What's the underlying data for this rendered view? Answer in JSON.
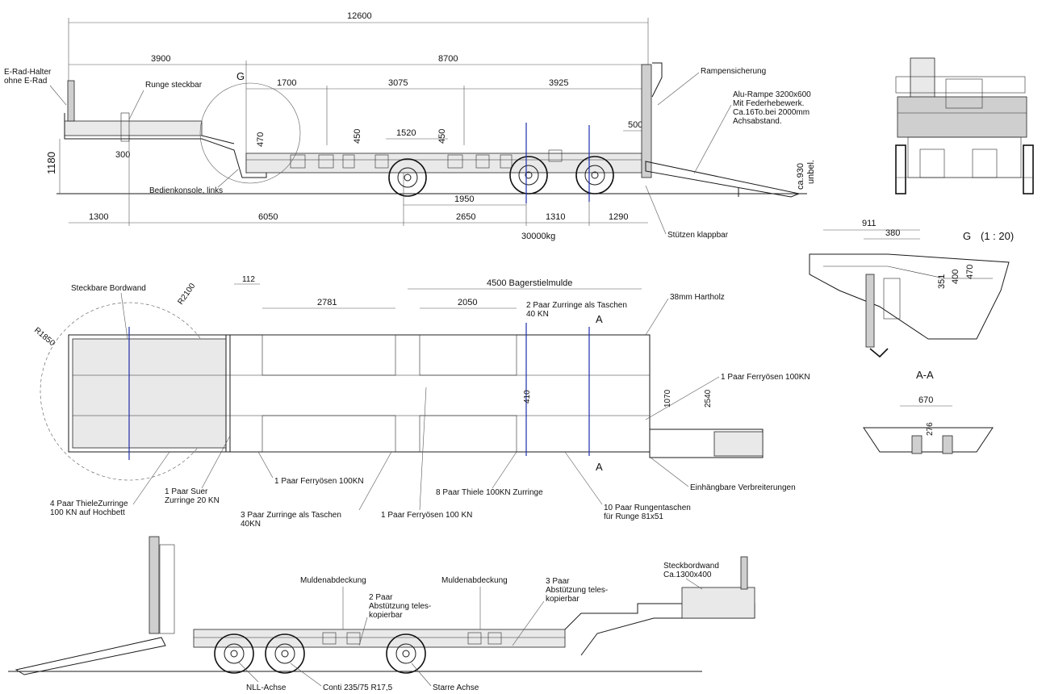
{
  "side_view": {
    "dims": {
      "total": "12600",
      "front": "3900",
      "rear": "8700",
      "d1700": "1700",
      "d3075": "3075",
      "d3925": "3925",
      "d1520": "1520",
      "d500": "500",
      "d300": "300",
      "d470": "470",
      "d450a": "450",
      "d450b": "450",
      "d1180": "1180",
      "d930": "ca.930",
      "d930b": "unbel.",
      "d1300": "1300",
      "d6050": "6050",
      "d2650": "2650",
      "d1310": "1310",
      "d1290": "1290",
      "d1950": "1950",
      "load": "30000kg"
    },
    "labels": {
      "erad1": "E-Rad-Halter",
      "erad2": "ohne E-Rad",
      "runge": "Runge steckbar",
      "g": "G",
      "rampensicherung": "Rampensicherung",
      "alu1": "Alu-Rampe 3200x600",
      "alu2": "Mit Federhebewerk.",
      "alu3": "Ca.16To.bei 2000mm",
      "alu4": "Achsabstand.",
      "bedien": "Bedienkonsole, links",
      "stuetzen": "Stützen klappbar"
    }
  },
  "detail_g": {
    "d911": "911",
    "d380": "380",
    "d351": "351",
    "d400": "400",
    "d470": "470",
    "title": "G",
    "scale": "(1 : 20)",
    "section": "A-A",
    "d670": "670",
    "d276": "276"
  },
  "top_view": {
    "dims": {
      "d112": "112",
      "d2781": "2781",
      "d2050": "2050",
      "mulde": "4500 Bagerstielmulde",
      "d1070": "1070",
      "d2540": "2540",
      "d410": "410",
      "r1850": "R1850",
      "r2100": "R2100",
      "a": "A",
      "a2": "A"
    },
    "labels": {
      "bordwand": "Steckbare Bordwand",
      "zurr2a": "2 Paar Zurringe als Taschen",
      "zurr2b": "40 KN",
      "hartholz": "38mm Hartholz",
      "ferry1": "1 Paar Ferryösen 100KN",
      "thiele1": "4 Paar ThieleZurringe",
      "thiele2": "100 KN auf Hochbett",
      "suer1": "1 Paar Suer",
      "suer2": "Zurringe 20 KN",
      "ferry2": "1 Paar Ferryösen 100KN",
      "zurr3a": "3 Paar Zurringe als Taschen",
      "zurr3b": "40KN",
      "ferry3": "1 Paar Ferryösen 100 KN",
      "thiele8": "8 Paar Thiele 100KN Zurringe",
      "rungen1": "10 Paar Rungentaschen",
      "rungen2": "für Runge 81x51",
      "verbreiterung": "Einhängbare Verbreiterungen"
    }
  },
  "bottom_view": {
    "labels": {
      "mulde1": "Muldenabdeckung",
      "mulde2": "Muldenabdeckung",
      "abst2a": "2 Paar",
      "abst2b": "Abstützung teles-",
      "abst2c": "kopierbar",
      "abst3a": "3 Paar",
      "abst3b": "Abstützung teles-",
      "abst3c": "kopierbar",
      "steck1": "Steckbordwand",
      "steck2": "Ca.1300x400",
      "nll": "NLL-Achse",
      "conti": "Conti 235/75 R17,5",
      "starre": "Starre Achse"
    }
  }
}
